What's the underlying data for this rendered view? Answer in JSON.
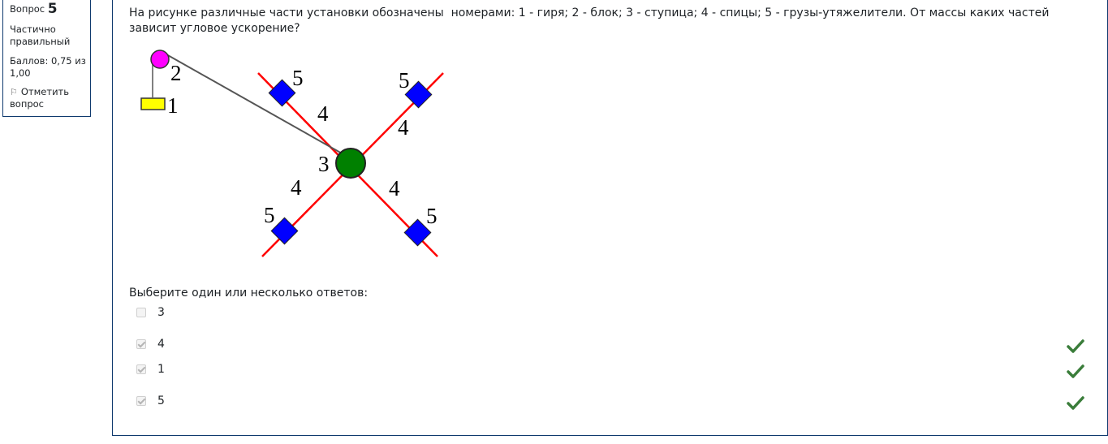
{
  "info": {
    "question_label": "Вопрос",
    "question_number": "5",
    "state": "Частично правильный",
    "grade": "Баллов: 0,75 из 1,00",
    "flag_label": "Отметить вопрос"
  },
  "question": {
    "text": "На рисунке различные части установки обозначены  номерами: 1 - гиря; 2 - блок; 3 - ступица; 4 - спицы; 5 - грузы-утяжелители. От массы каких частей зависит угловое ускорение?",
    "prompt": "Выберите один или несколько ответов:"
  },
  "figure": {
    "labels": [
      "1",
      "2",
      "3",
      "4",
      "5"
    ],
    "colors": {
      "weight": "#ffff00",
      "pulley": "#ff00ff",
      "hub": "#008000",
      "spokes": "#ff0000",
      "loads": "#0000ff",
      "string": "#555555"
    }
  },
  "options": [
    {
      "label": "3",
      "checked": false,
      "correct_mark": false
    },
    {
      "label": "4",
      "checked": true,
      "correct_mark": true
    },
    {
      "label": "1",
      "checked": true,
      "correct_mark": true
    },
    {
      "label": "5",
      "checked": true,
      "correct_mark": true
    }
  ],
  "colors": {
    "border": "#0f3a6e",
    "check_green": "#3a7d3a"
  }
}
